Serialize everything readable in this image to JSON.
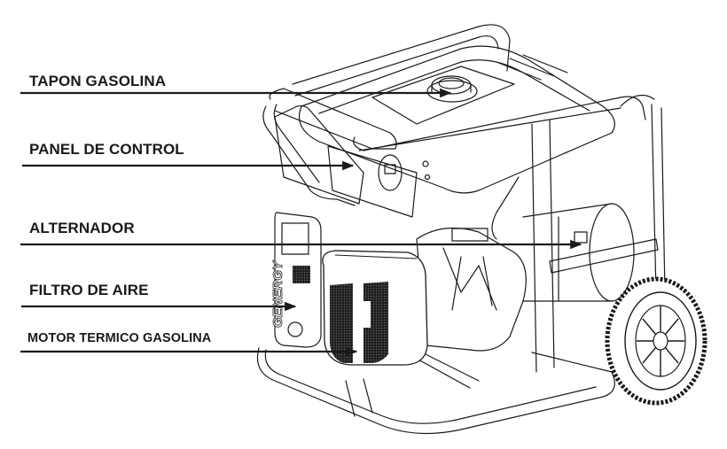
{
  "diagram": {
    "subject": "Portable gasoline generator",
    "brand_text": "GENERGY",
    "labels": [
      {
        "id": "fuel-cap",
        "text": "TAPON  GASOLINA"
      },
      {
        "id": "control-panel",
        "text": "PANEL DE CONTROL"
      },
      {
        "id": "alternator",
        "text": "ALTERNADOR"
      },
      {
        "id": "air-filter",
        "text": "FILTRO DE AIRE"
      },
      {
        "id": "engine",
        "text": "MOTOR TERMICO GASOLINA"
      }
    ]
  },
  "colors": {
    "line": "#1a1a1a",
    "background": "#ffffff",
    "grille": "#2a2a2a"
  }
}
